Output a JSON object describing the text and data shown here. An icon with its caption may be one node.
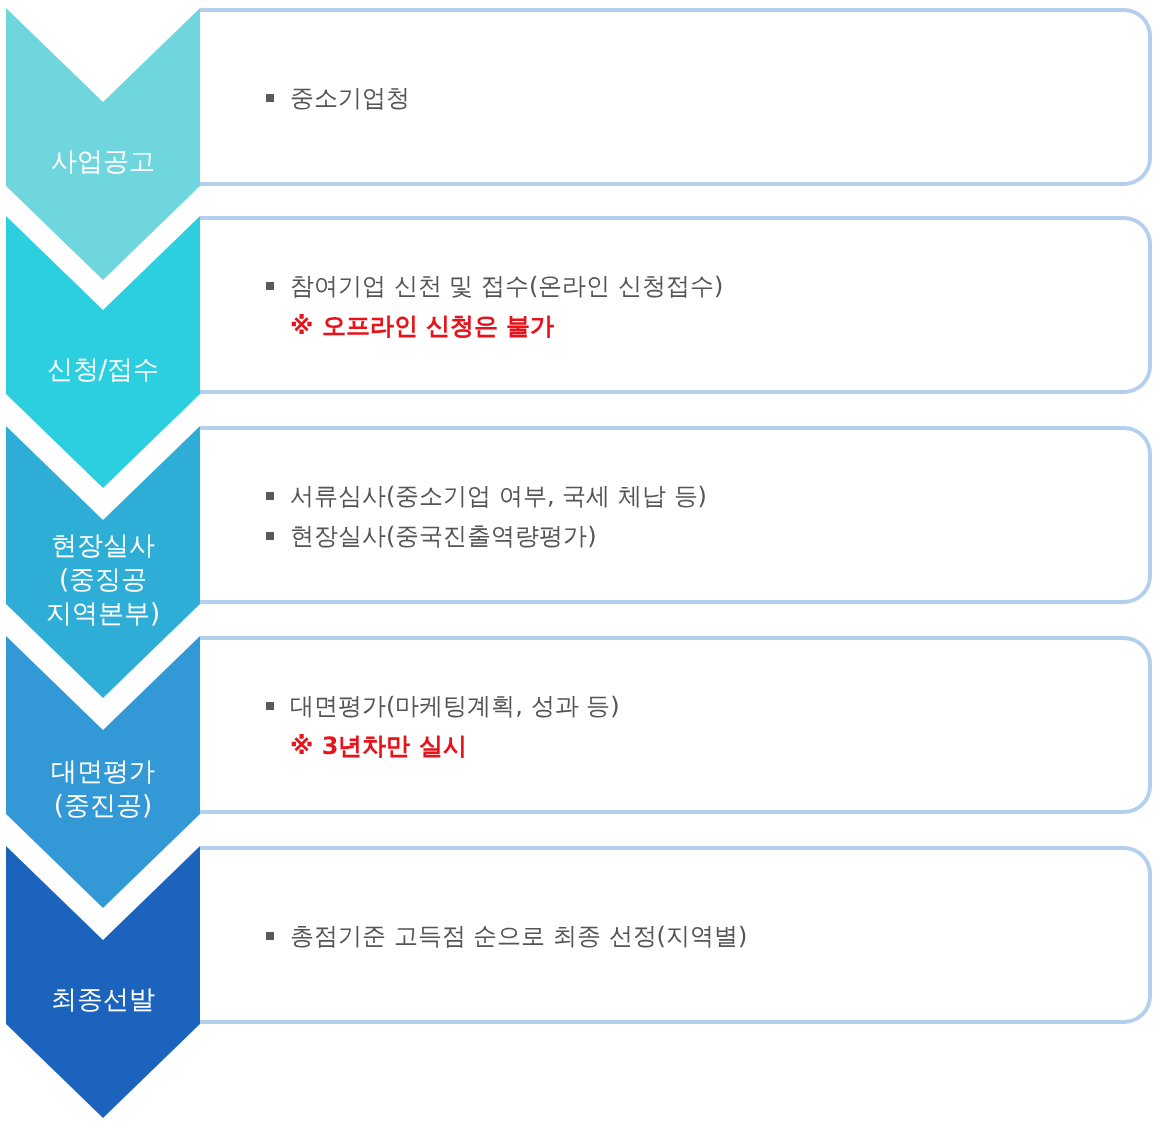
{
  "diagram": {
    "nodes": [
      {
        "text": [
          "사업공고"
        ]
      },
      {
        "text": [
          "중소기업청"
        ]
      },
      {
        "text": [
          "신청/접수"
        ]
      },
      {
        "text": [
          "참여기업 신천 및 접수(온라인 신청접수)",
          "※ 오프라인 신청은 불가"
        ]
      },
      {
        "text": [
          "현장실사 (중징공 지역본부)"
        ]
      },
      {
        "text": [
          "서류심사(중소기업 여부, 국세 체납 등)",
          "현장실사(중국진출역량평가)"
        ]
      },
      {
        "text": [
          "대면평가 (중진공)"
        ]
      },
      {
        "text": [
          "대면평가(마케팅계획, 성과 등)",
          "※ 3년차만 실시"
        ]
      },
      {
        "text": [
          "최종선발"
        ]
      },
      {
        "text": [
          "총점기준 고득점 순으로 최종 선정(지역별)"
        ]
      }
    ]
  }
}
